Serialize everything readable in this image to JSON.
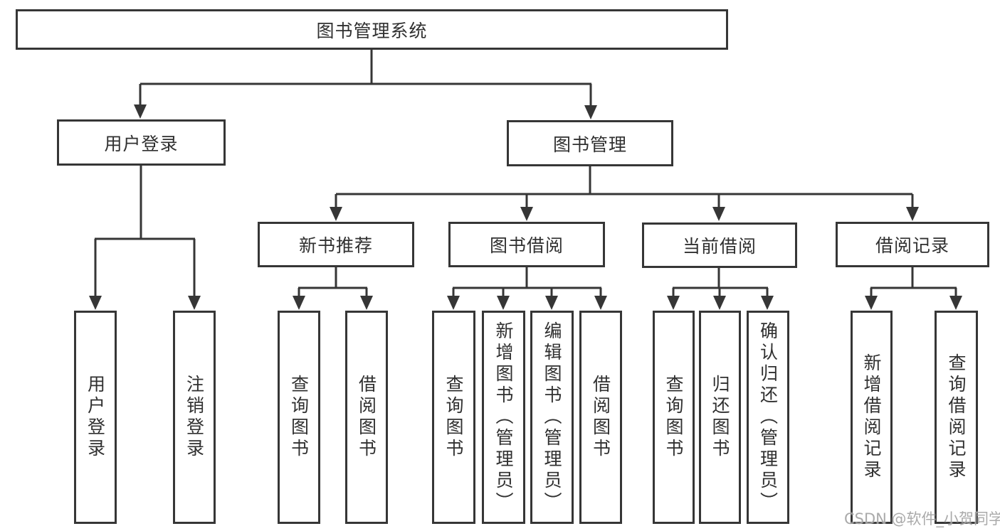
{
  "tree": {
    "root": {
      "label": "图书管理系统"
    },
    "branches": [
      {
        "label": "用户登录",
        "children": [
          {
            "label": "用户登录"
          },
          {
            "label": "注销登录"
          }
        ]
      },
      {
        "label": "图书管理",
        "children": [
          {
            "label": "新书推荐",
            "children": [
              {
                "label": "查询图书"
              },
              {
                "label": "借阅图书"
              }
            ]
          },
          {
            "label": "图书借阅",
            "children": [
              {
                "label": "查询图书"
              },
              {
                "label": "新增图书（管理员）"
              },
              {
                "label": "编辑图书（管理员）"
              },
              {
                "label": "借阅图书"
              }
            ]
          },
          {
            "label": "当前借阅",
            "children": [
              {
                "label": "查询图书"
              },
              {
                "label": "归还图书"
              },
              {
                "label": "确认归还（管理员）"
              }
            ]
          },
          {
            "label": "借阅记录",
            "children": [
              {
                "label": "新增借阅记录"
              },
              {
                "label": "查询借阅记录"
              }
            ]
          }
        ]
      }
    ]
  },
  "watermark": {
    "text": "CSDN @软件_小贺同学"
  },
  "colors": {
    "line": "#363636",
    "box_border": "#363636",
    "text": "#303030",
    "background": "#ffffff",
    "watermark": "#9e9e9e"
  }
}
